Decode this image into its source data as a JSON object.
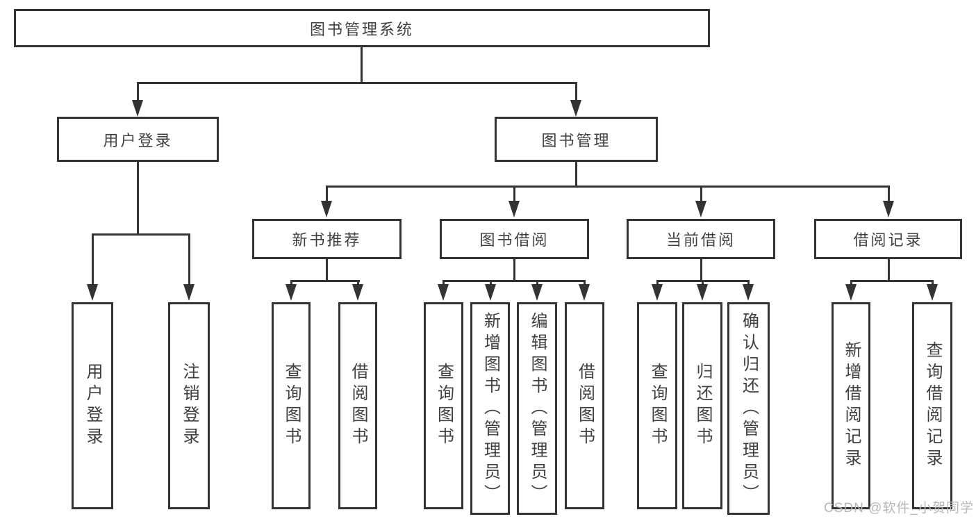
{
  "diagram": {
    "title": "图书管理系统",
    "root": {
      "label": "图书管理系统"
    },
    "level2": {
      "user_login": {
        "label": "用户登录"
      },
      "book_management": {
        "label": "图书管理"
      }
    },
    "level3": {
      "new_book_recommend": {
        "label": "新书推荐"
      },
      "book_borrowing": {
        "label": "图书借阅"
      },
      "current_borrowing": {
        "label": "当前借阅"
      },
      "borrowing_records": {
        "label": "借阅记录"
      }
    },
    "leaves": {
      "login_user_login": {
        "label": "用户登录"
      },
      "login_logout": {
        "label": "注销登录"
      },
      "recommend_query_book": {
        "label": "查询图书"
      },
      "recommend_borrow_book": {
        "label": "借阅图书"
      },
      "borrow_query_book": {
        "label": "查询图书"
      },
      "borrow_add_book": {
        "label": "新增图书（管理员）"
      },
      "borrow_edit_book": {
        "label": "编辑图书（管理员）"
      },
      "borrow_borrow_book": {
        "label": "借阅图书"
      },
      "current_query_book": {
        "label": "查询图书"
      },
      "current_return_book": {
        "label": "归还图书"
      },
      "current_confirm_return": {
        "label": "确认归还（管理员）"
      },
      "records_add_record": {
        "label": "新增借阅记录"
      },
      "records_query_record": {
        "label": "查询借阅记录"
      }
    },
    "colors": {
      "line": "#333333",
      "text": "#3f3f3f",
      "watermark": "#b7b7b7",
      "background": "#ffffff"
    }
  },
  "watermark": {
    "text": "CSDN @软件_小贺同学"
  }
}
